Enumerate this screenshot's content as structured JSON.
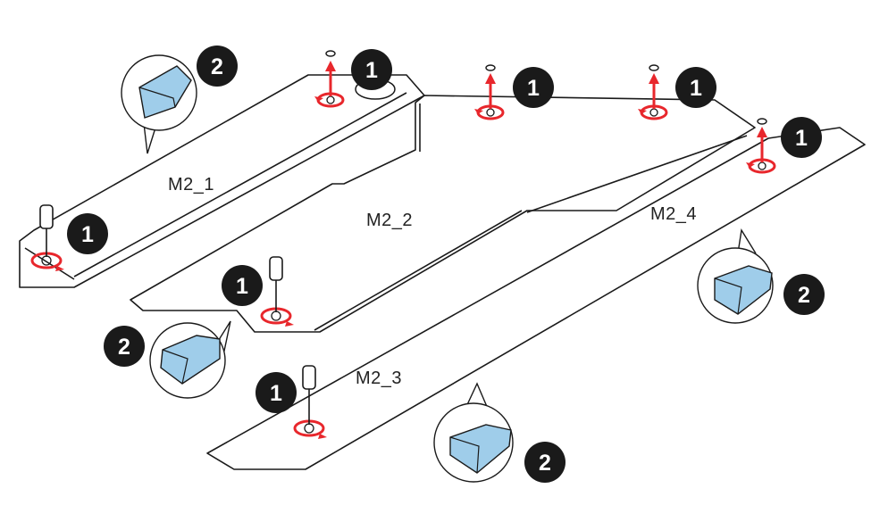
{
  "labels": {
    "m2_1": "M2_1",
    "m2_2": "M2_2",
    "m2_3": "M2_3",
    "m2_4": "M2_4"
  },
  "steps": {
    "step1": "1",
    "step2": "2"
  },
  "colors": {
    "outline": "#1a1a1a",
    "badge": "#1a1a1a",
    "arrow": "#e8272c",
    "pad_fill": "#9fcdea",
    "pad_stroke": "#1a1a1a"
  }
}
